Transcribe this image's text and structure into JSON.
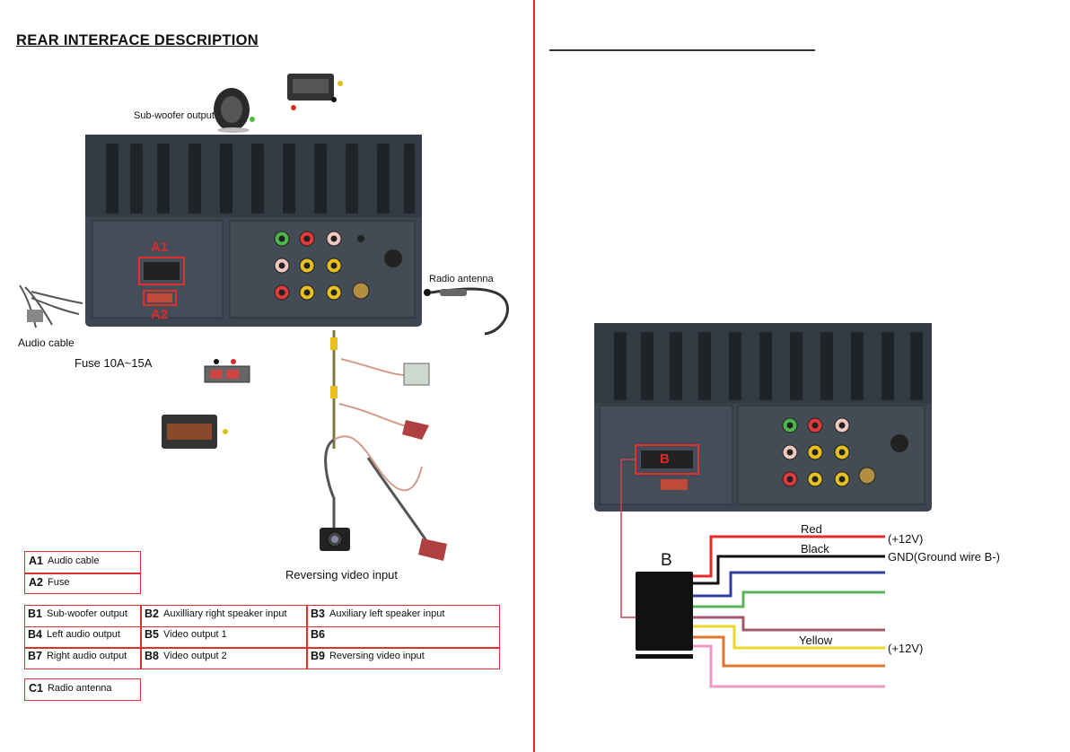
{
  "page_title": "REAR INTERFACE DESCRIPTION",
  "callouts": {
    "subwoofer": "Sub-woofer output",
    "radio_antenna": "Radio antenna",
    "audio_cable": "Audio cable",
    "fuse": "Fuse 10A~15A",
    "reversing": "Reversing video input",
    "a1": "A1",
    "a2": "A2",
    "b": "B"
  },
  "legend_a": [
    {
      "code": "A1",
      "label": "Audio cable"
    },
    {
      "code": "A2",
      "label": "Fuse"
    }
  ],
  "legend_b": [
    [
      {
        "code": "B1",
        "label": "Sub-woofer output"
      },
      {
        "code": "B2",
        "label": "Auxilliary right speaker input"
      },
      {
        "code": "B3",
        "label": "Auxiliary left speaker input"
      }
    ],
    [
      {
        "code": "B4",
        "label": "Left audio output"
      },
      {
        "code": "B5",
        "label": "Video output 1"
      },
      {
        "code": "B6",
        "label": ""
      }
    ],
    [
      {
        "code": "B7",
        "label": "Right audio output"
      },
      {
        "code": "B8",
        "label": "Video output 2"
      },
      {
        "code": "B9",
        "label": "Reversing video input"
      }
    ]
  ],
  "legend_c": [
    {
      "code": "C1",
      "label": "Radio antenna"
    }
  ],
  "wires": {
    "red_label": "Red",
    "red_value": "(+12V)",
    "black_label": "Black",
    "black_value": "GND(Ground wire B-)",
    "yellow_label": "Yellow",
    "yellow_value": "(+12V)"
  },
  "colors": {
    "accent_red": "#e0302e",
    "wire_red": "#e52b2b",
    "wire_black": "#111111",
    "wire_blue": "#2c3fa0",
    "wire_green": "#5bb25b",
    "wire_mauve": "#a05a6a",
    "wire_yellow": "#e8d82c",
    "wire_orange": "#e0742a",
    "wire_pink": "#ec9ac4"
  }
}
